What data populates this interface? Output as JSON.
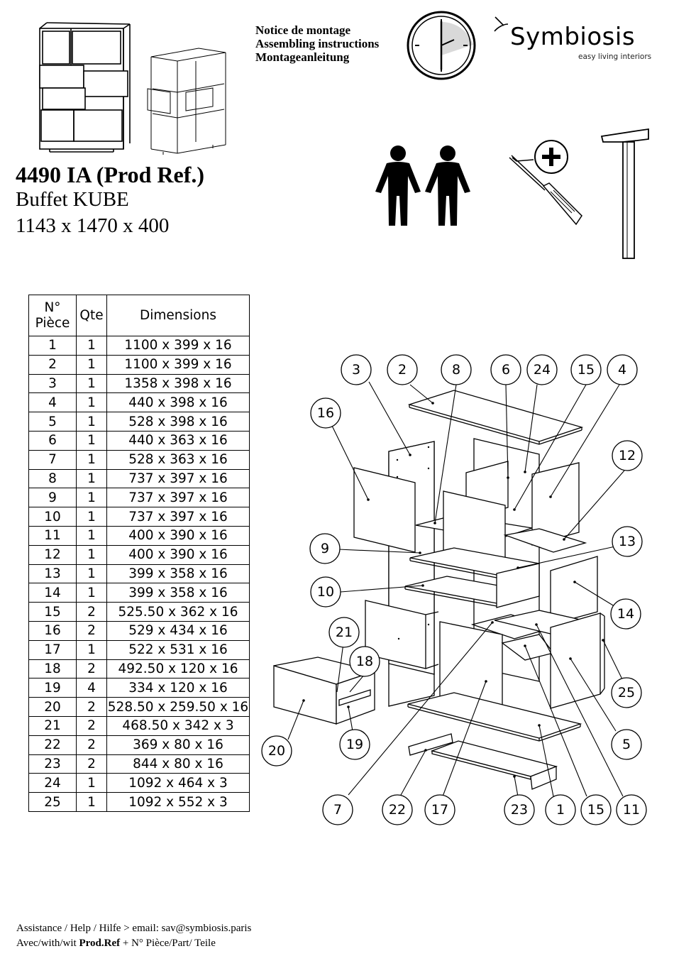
{
  "header": {
    "notice_lines": [
      "Notice de montage",
      "Assembling instructions",
      "Montageanleitung"
    ],
    "brand_name": "Symbiosis",
    "brand_tagline": "easy living interiors"
  },
  "product": {
    "ref": "4490 IA (Prod Ref.)",
    "name": "Buffet KUBE",
    "dimensions": "1143 x 1470 x 400"
  },
  "parts_table": {
    "headers": {
      "piece": "N° Pièce",
      "qty": "Qte",
      "dimensions": "Dimensions"
    },
    "rows": [
      {
        "piece": "1",
        "qty": "1",
        "dim": "1100 x 399 x 16"
      },
      {
        "piece": "2",
        "qty": "1",
        "dim": "1100 x 399 x 16"
      },
      {
        "piece": "3",
        "qty": "1",
        "dim": "1358 x 398 x 16"
      },
      {
        "piece": "4",
        "qty": "1",
        "dim": "440 x 398 x 16"
      },
      {
        "piece": "5",
        "qty": "1",
        "dim": "528 x 398 x 16"
      },
      {
        "piece": "6",
        "qty": "1",
        "dim": "440 x 363 x 16"
      },
      {
        "piece": "7",
        "qty": "1",
        "dim": "528 x 363 x 16"
      },
      {
        "piece": "8",
        "qty": "1",
        "dim": "737 x 397 x 16"
      },
      {
        "piece": "9",
        "qty": "1",
        "dim": "737 x 397 x 16"
      },
      {
        "piece": "10",
        "qty": "1",
        "dim": "737 x 397 x 16"
      },
      {
        "piece": "11",
        "qty": "1",
        "dim": "400 x 390 x 16"
      },
      {
        "piece": "12",
        "qty": "1",
        "dim": "400 x 390 x 16"
      },
      {
        "piece": "13",
        "qty": "1",
        "dim": "399 x 358 x 16"
      },
      {
        "piece": "14",
        "qty": "1",
        "dim": "399 x 358 x 16"
      },
      {
        "piece": "15",
        "qty": "2",
        "dim": "525.50 x 362 x 16"
      },
      {
        "piece": "16",
        "qty": "2",
        "dim": "529 x 434 x 16"
      },
      {
        "piece": "17",
        "qty": "1",
        "dim": "522 x 531 x 16"
      },
      {
        "piece": "18",
        "qty": "2",
        "dim": "492.50 x 120 x 16"
      },
      {
        "piece": "19",
        "qty": "4",
        "dim": "334 x 120 x 16"
      },
      {
        "piece": "20",
        "qty": "2",
        "dim": "528.50 x 259.50 x 16"
      },
      {
        "piece": "21",
        "qty": "2",
        "dim": "468.50 x 342 x 3"
      },
      {
        "piece": "22",
        "qty": "2",
        "dim": "369 x 80 x 16"
      },
      {
        "piece": "23",
        "qty": "2",
        "dim": "844 x 80 x 16"
      },
      {
        "piece": "24",
        "qty": "1",
        "dim": "1092 x 464 x 3"
      },
      {
        "piece": "25",
        "qty": "1",
        "dim": "1092 x 552 x 3"
      }
    ]
  },
  "diagram": {
    "callouts": [
      "3",
      "2",
      "8",
      "6",
      "24",
      "15",
      "4",
      "16",
      "12",
      "9",
      "13",
      "10",
      "14",
      "21",
      "18",
      "25",
      "20",
      "19",
      "5",
      "7",
      "22",
      "17",
      "23",
      "1",
      "15",
      "11"
    ]
  },
  "icons": [
    "clock-icon",
    "two-persons-icon",
    "screwdriver-phillips-icon",
    "hammer-icon"
  ],
  "footer": {
    "line1": "Assistance / Help / Hilfe  > email: sav@symbiosis.paris",
    "line2_prefix": "Avec/with/wit  ",
    "line2_bold": "Prod.Ref",
    "line2_suffix": " + N° Pièce/Part/ Teile"
  }
}
